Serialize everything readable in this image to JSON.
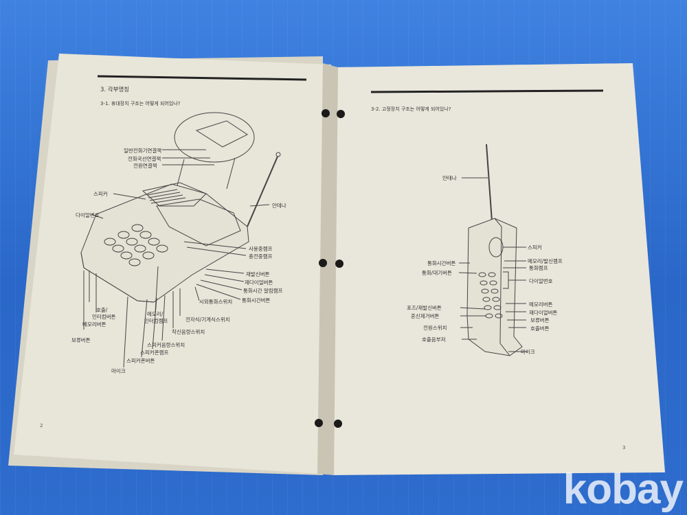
{
  "left_page": {
    "section_title": "3. 각부명칭",
    "subsection_title": "3-1. 휴대장치 구조는 어떻게 되어있나?",
    "page_number": "2",
    "labels": {
      "l1": "일반전화기연결잭",
      "l2": "전화국선연결잭",
      "l3": "전원연결잭",
      "l4": "스피커",
      "l5": "다이얼번호",
      "l6": "안테나",
      "l7": "사용중램프",
      "l8": "충전중램프",
      "l9": "재발신버튼",
      "l10": "재다이얼버튼",
      "l11": "통화시간 알림램프",
      "l12": "통화시간버튼",
      "l13": "시외통화스위치",
      "l14": "호출/",
      "l15": "인터컴버튼",
      "l16": "메모리버튼",
      "l17": "보류버튼",
      "l18": "메모리/",
      "l19": "인터컴램프",
      "l20": "전자식/기계식스위치",
      "l21": "착신음량스위치",
      "l22": "스피커음량스위치",
      "l23": "스피커폰램프",
      "l24": "스피커폰버튼",
      "l25": "마이크"
    }
  },
  "right_page": {
    "subsection_title": "3-2. 고정장치 구조는 어떻게 되어있나?",
    "page_number": "3",
    "labels": {
      "r1": "안테나",
      "r2": "스피커",
      "r3": "통화시간버튼",
      "r4": "메모리/발신램프",
      "r5": "통화/대기버튼",
      "r6": "통화램프",
      "r7": "다이얼번호",
      "r8": "메모리버튼",
      "r9": "포즈/재발신버튼",
      "r10": "재다이얼버튼",
      "r11": "혼신제거버튼",
      "r12": "보류버튼",
      "r13": "전원스위치",
      "r14": "호출버튼",
      "r15": "호출음부저",
      "r16": "마이크"
    }
  },
  "watermark": "kobay",
  "colors": {
    "background": "#2f6fd0",
    "paper": "#e6e3d6",
    "ink": "#333333"
  }
}
